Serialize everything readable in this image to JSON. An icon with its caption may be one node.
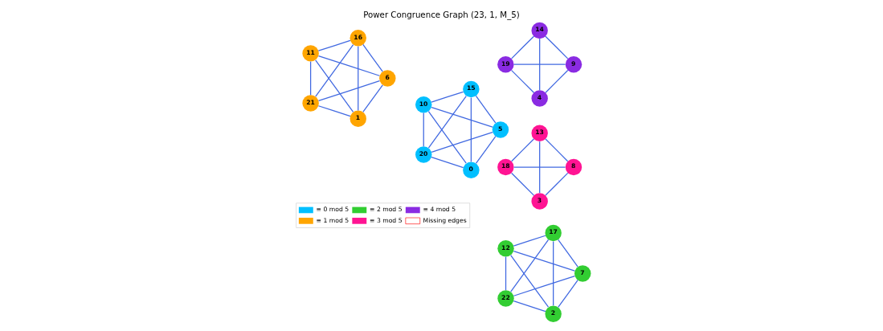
{
  "diagram": {
    "title": "Power Congruence Graph (23, 1, M_5)",
    "nodes": [
      {
        "text": [
          "0"
        ]
      },
      {
        "text": [
          "1"
        ]
      },
      {
        "text": [
          "2"
        ]
      },
      {
        "text": [
          "3"
        ]
      },
      {
        "text": [
          "4"
        ]
      },
      {
        "text": [
          "5"
        ]
      },
      {
        "text": [
          "6"
        ]
      },
      {
        "text": [
          "7"
        ]
      },
      {
        "text": [
          "8"
        ]
      },
      {
        "text": [
          "9"
        ]
      },
      {
        "text": [
          "10"
        ]
      },
      {
        "text": [
          "11"
        ]
      },
      {
        "text": [
          "12"
        ]
      },
      {
        "text": [
          "13"
        ]
      },
      {
        "text": [
          "14"
        ]
      },
      {
        "text": [
          "15"
        ]
      },
      {
        "text": [
          "16"
        ]
      },
      {
        "text": [
          "17"
        ]
      },
      {
        "text": [
          "18"
        ]
      },
      {
        "text": [
          "19"
        ]
      },
      {
        "text": [
          "20"
        ]
      },
      {
        "text": [
          "21"
        ]
      },
      {
        "text": [
          "22"
        ]
      }
    ],
    "edges": [
      {
        "from": 10,
        "to": 5,
        "arrow": "none"
      },
      {
        "from": 5,
        "to": 0,
        "arrow": "none"
      },
      {
        "from": 5,
        "to": 15,
        "arrow": "none"
      },
      {
        "from": 5,
        "to": 20,
        "arrow": "none"
      },
      {
        "from": 10,
        "to": 0,
        "arrow": "none"
      },
      {
        "from": 10,
        "to": 15,
        "arrow": "none"
      },
      {
        "from": 10,
        "to": 20,
        "arrow": "none"
      },
      {
        "from": 0,
        "to": 15,
        "arrow": "none"
      },
      {
        "from": 0,
        "to": 20,
        "arrow": "none"
      },
      {
        "from": 15,
        "to": 20,
        "arrow": "none"
      },
      {
        "from": 11,
        "to": 6,
        "arrow": "none"
      },
      {
        "from": 6,
        "to": 1,
        "arrow": "none"
      },
      {
        "from": 6,
        "to": 16,
        "arrow": "none"
      },
      {
        "from": 6,
        "to": 21,
        "arrow": "none"
      },
      {
        "from": 11,
        "to": 1,
        "arrow": "none"
      },
      {
        "from": 11,
        "to": 16,
        "arrow": "none"
      },
      {
        "from": 11,
        "to": 21,
        "arrow": "none"
      },
      {
        "from": 1,
        "to": 16,
        "arrow": "none"
      },
      {
        "from": 1,
        "to": 21,
        "arrow": "none"
      },
      {
        "from": 16,
        "to": 21,
        "arrow": "none"
      },
      {
        "from": 12,
        "to": 7,
        "arrow": "none"
      },
      {
        "from": 7,
        "to": 2,
        "arrow": "none"
      },
      {
        "from": 7,
        "to": 17,
        "arrow": "none"
      },
      {
        "from": 7,
        "to": 22,
        "arrow": "none"
      },
      {
        "from": 12,
        "to": 2,
        "arrow": "none"
      },
      {
        "from": 12,
        "to": 17,
        "arrow": "none"
      },
      {
        "from": 12,
        "to": 22,
        "arrow": "none"
      },
      {
        "from": 2,
        "to": 17,
        "arrow": "none"
      },
      {
        "from": 2,
        "to": 22,
        "arrow": "none"
      },
      {
        "from": 17,
        "to": 22,
        "arrow": "none"
      },
      {
        "from": 18,
        "to": 3,
        "arrow": "none"
      },
      {
        "from": 18,
        "to": 8,
        "arrow": "none"
      },
      {
        "from": 18,
        "to": 13,
        "arrow": "none"
      },
      {
        "from": 3,
        "to": 8,
        "arrow": "none"
      },
      {
        "from": 3,
        "to": 13,
        "arrow": "none"
      },
      {
        "from": 8,
        "to": 13,
        "arrow": "none"
      },
      {
        "from": 19,
        "to": 4,
        "arrow": "none"
      },
      {
        "from": 19,
        "to": 9,
        "arrow": "none"
      },
      {
        "from": 19,
        "to": 14,
        "arrow": "none"
      },
      {
        "from": 4,
        "to": 9,
        "arrow": "none"
      },
      {
        "from": 4,
        "to": 14,
        "arrow": "none"
      },
      {
        "from": 9,
        "to": 14,
        "arrow": "none"
      }
    ],
    "legend": [
      {
        "text": "≡ 0 mod 5",
        "color": "#00bfff"
      },
      {
        "text": "≡ 1 mod 5",
        "color": "#ffa500"
      },
      {
        "text": "≡ 2 mod 5",
        "color": "#32cd32"
      },
      {
        "text": "≡ 3 mod 5",
        "color": "#ff1493"
      },
      {
        "text": "≡ 4 mod 5",
        "color": "#8a2be2"
      },
      {
        "text": "Missing edges"
      }
    ]
  }
}
